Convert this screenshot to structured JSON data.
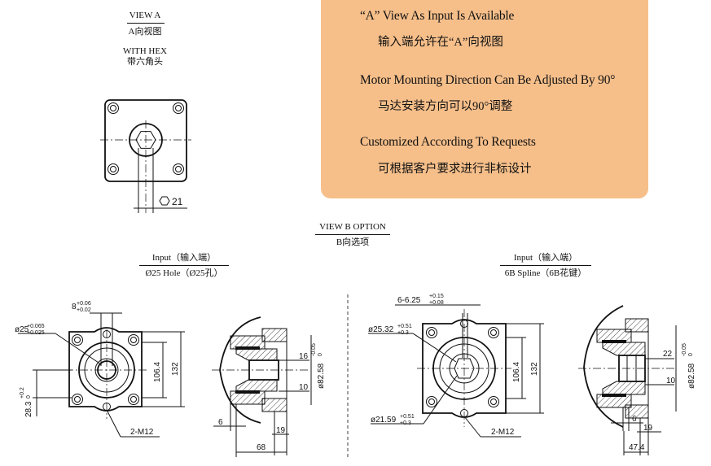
{
  "view_a": {
    "title": "VIEW A",
    "title_zh": "A向视图",
    "subtitle": "WITH HEX",
    "subtitle_zh": "带六角头",
    "hex_size": "21"
  },
  "notes": [
    {
      "en": "“A” View As Input Is Available",
      "zh": "输入端允许在“A”向视图"
    },
    {
      "en": "Motor Mounting Direction Can Be Adjusted By 90°",
      "zh": "马达安装方向可以90°调整"
    },
    {
      "en": "Customized According To Requests",
      "zh": "可根据客户要求进行非标设计"
    }
  ],
  "view_b": {
    "title": "VIEW B OPTION",
    "title_zh": "B向选项"
  },
  "option_left": {
    "input_label": "Input（输入端）",
    "spec": "Ø25 Hole（Ø25孔）",
    "dims": {
      "key_width": "8",
      "key_tol_up": "+0.06",
      "key_tol_low": "+0.02",
      "bore": "ø25",
      "bore_tol_up": "+0.065",
      "bore_tol_low": "+0.025",
      "height": "28.3",
      "height_tol_up": "+0.2",
      "height_tol_low": "0",
      "dim_inner": "106.4",
      "dim_outer": "132",
      "bolts": "2-M12",
      "pilot_dia": "ø82.58",
      "pilot_tol_up": "-0.05",
      "pilot_tol_low": "0",
      "d16": "16",
      "d10": "10",
      "d6": "6",
      "d19": "19",
      "d68": "68"
    }
  },
  "option_right": {
    "input_label": "Input（输入端）",
    "spec": "6B Spline（6B花键）",
    "dims": {
      "spline": "6-6.25",
      "spline_tol_up": "+0.15",
      "spline_tol_low": "+0.08",
      "outer_dia": "ø25.32",
      "outer_tol_up": "+0.51",
      "outer_tol_low": "+0.3",
      "inner_dia": "ø21.59",
      "inner_tol_up": "+0.51",
      "inner_tol_low": "+0.3",
      "dim_inner": "106.4",
      "dim_outer": "132",
      "bolts": "2-M12",
      "pilot_dia": "ø82.58",
      "pilot_tol_up": "-0.05",
      "pilot_tol_low": "0",
      "d22": "22",
      "d10": "10",
      "d6": "6",
      "d19": "19",
      "d47": "47.4"
    }
  }
}
